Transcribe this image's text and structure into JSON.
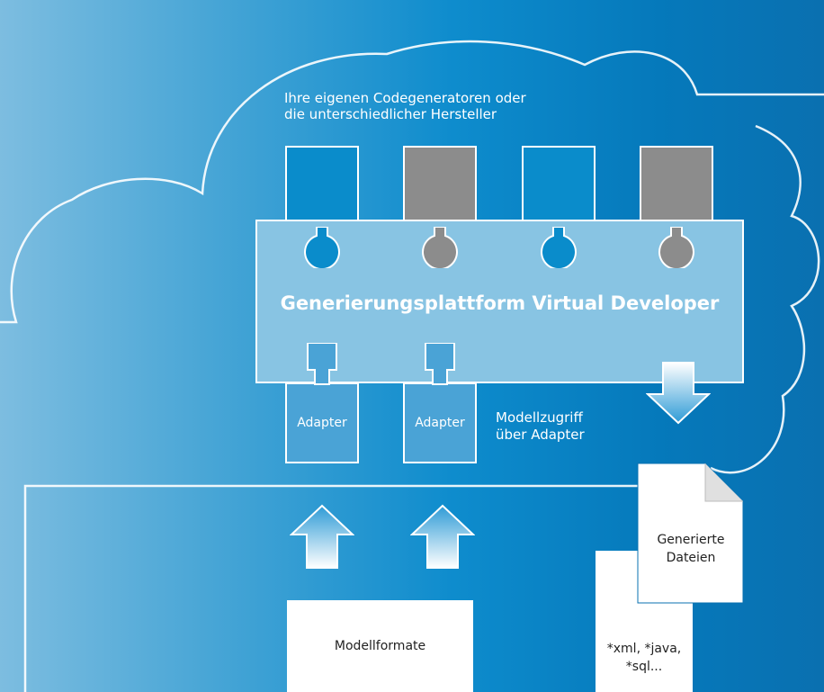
{
  "generators_caption": {
    "line1": "Ihre eigenen Codegeneratoren oder",
    "line2": "die unterschiedlicher Hersteller"
  },
  "platform": {
    "title": "Generierungsplattform Virtual Developer"
  },
  "adapters": [
    {
      "label": "Adapter"
    },
    {
      "label": "Adapter"
    }
  ],
  "model_access": {
    "line1": "Modellzugriff",
    "line2": "über Adapter"
  },
  "generated_files": {
    "line1": "Generierte",
    "line2": "Dateien"
  },
  "file_types": {
    "line1": "*xml, *java,",
    "line2": "*sql..."
  },
  "model_formats": {
    "label": "Modellformate"
  },
  "colors": {
    "blue_block": "#0a8ccb",
    "gray_block": "#8c8c8c",
    "platform": "#88c4e3",
    "adapter": "#4aa3d6",
    "line": "#ffffff"
  }
}
